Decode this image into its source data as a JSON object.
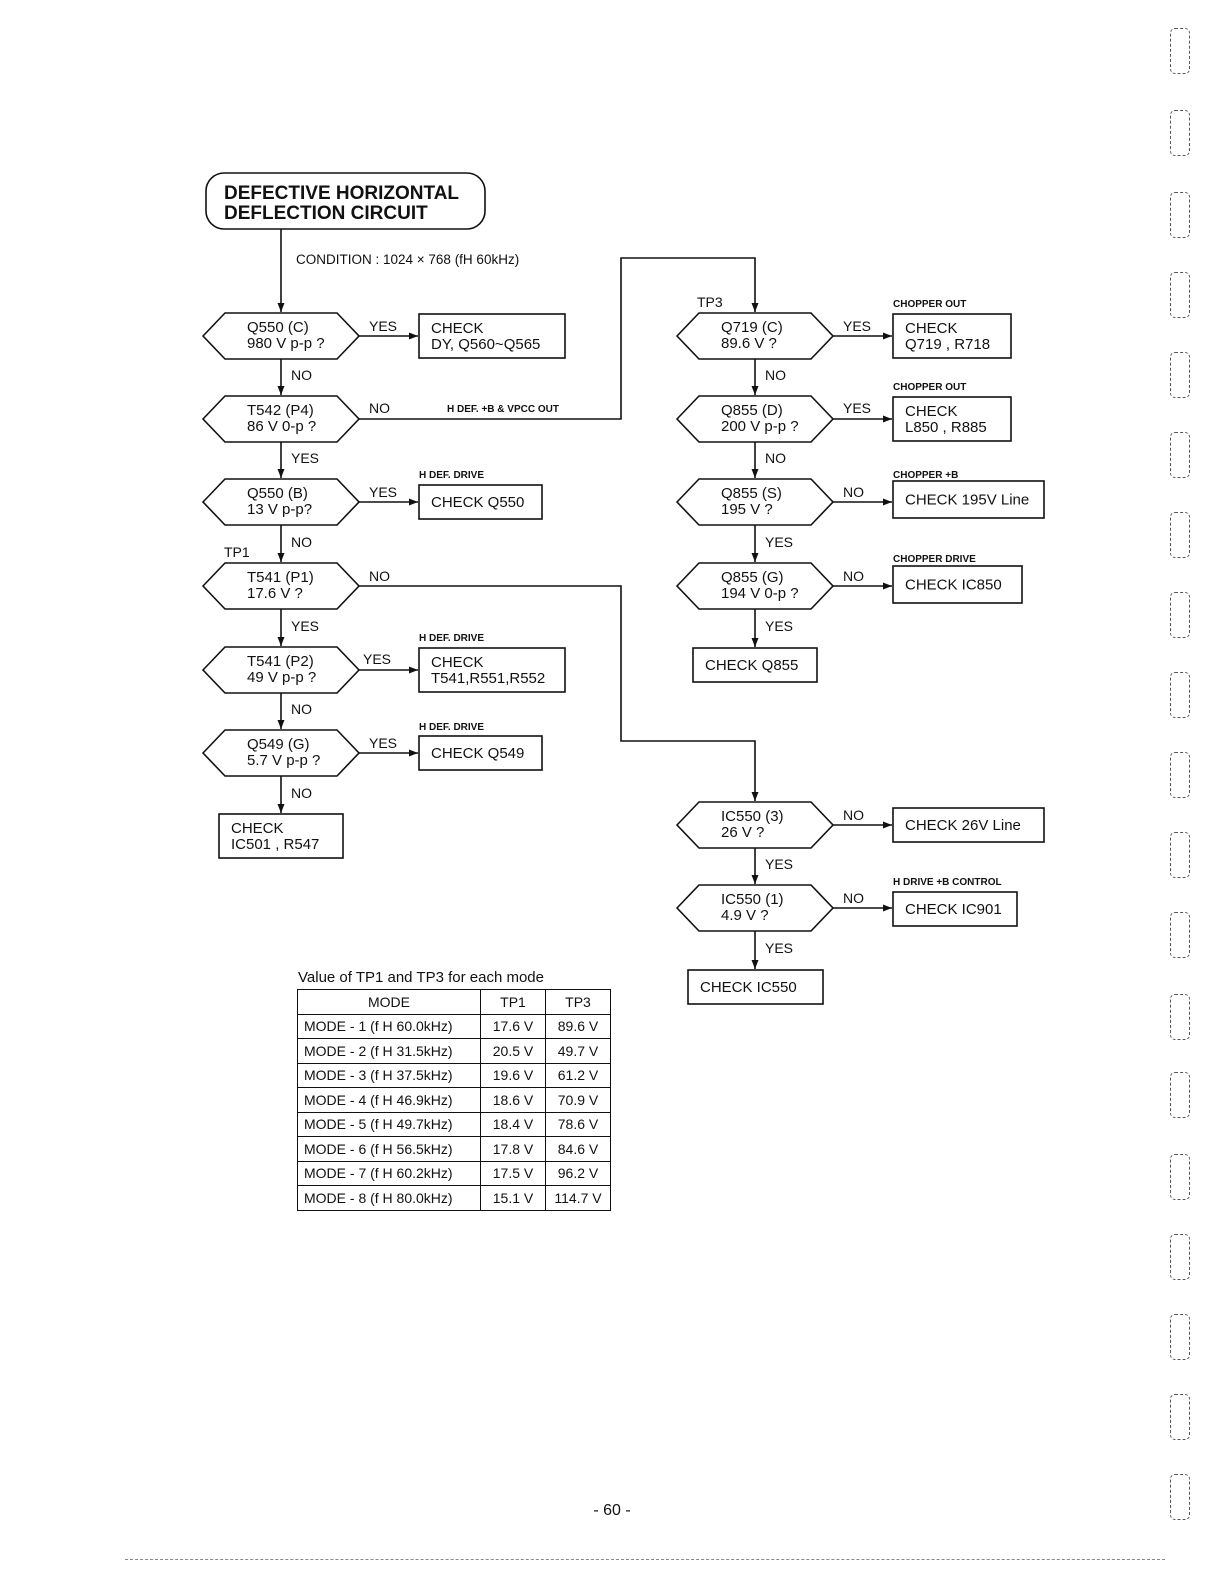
{
  "title": [
    "DEFECTIVE  HORIZONTAL",
    "DEFLECTION  CIRCUIT"
  ],
  "condition": "CONDITION : 1024 × 768 (fH 60kHz)",
  "nodes": {
    "d1": [
      "Q550 (C)",
      "980 V p-p ?"
    ],
    "d2": [
      "T542 (P4)",
      "86 V 0-p ?"
    ],
    "d3": [
      "Q550 (B)",
      "13 V p-p?"
    ],
    "d4": [
      "T541 (P1)",
      "17.6 V ?"
    ],
    "d5": [
      "T541 (P2)",
      "49 V p-p ?"
    ],
    "d6": [
      "Q549 (G)",
      "5.7 V p-p ?"
    ],
    "d7": [
      "Q719 (C)",
      "89.6 V  ?"
    ],
    "d8": [
      "Q855 (D)",
      "200 V p-p ?"
    ],
    "d9": [
      "Q855 (S)",
      "195 V ?"
    ],
    "d10": [
      "Q855 (G)",
      "194 V 0-p ?"
    ],
    "d11": [
      "IC550 (3)",
      "26 V ?"
    ],
    "d12": [
      "IC550 (1)",
      "4.9 V ?"
    ],
    "b1": [
      "CHECK",
      "DY, Q560~Q565"
    ],
    "b2": [
      "CHECK Q550"
    ],
    "b3": [
      "CHECK",
      "T541,R551,R552"
    ],
    "b4": [
      "CHECK  Q549"
    ],
    "b5": [
      "CHECK",
      "IC501 , R547"
    ],
    "b6": [
      "CHECK",
      "Q719 , R718"
    ],
    "b7": [
      "CHECK",
      "L850 , R885"
    ],
    "b8": [
      "CHECK 195V Line"
    ],
    "b9": [
      "CHECK  IC850"
    ],
    "b10": [
      "CHECK  Q855"
    ],
    "b11": [
      "CHECK 26V Line"
    ],
    "b12": [
      "CHECK IC901"
    ],
    "b13": [
      "CHECK  IC550"
    ]
  },
  "edge_labels": {
    "yes": "YES",
    "no": "NO"
  },
  "tags": {
    "hdef_b_vpcc": "H DEF. +B  &  VPCC OUT",
    "hdef_drive": "H DEF. DRIVE",
    "chopper_out": "CHOPPER OUT",
    "chopper_b": "CHOPPER +B",
    "chopper_drive": "CHOPPER DRIVE",
    "hdrive_b_control": "H DRIVE +B CONTROL"
  },
  "test_points": {
    "tp1": "TP1",
    "tp3": "TP3"
  },
  "table": {
    "caption": "Value of TP1 and TP3 for each mode",
    "headers": [
      "MODE",
      "TP1",
      "TP3"
    ],
    "rows": [
      [
        "MODE - 1  (f H  60.0kHz)",
        "17.6 V",
        "89.6 V"
      ],
      [
        "MODE - 2  (f H  31.5kHz)",
        "20.5 V",
        "49.7 V"
      ],
      [
        "MODE - 3  (f H  37.5kHz)",
        "19.6 V",
        "61.2 V"
      ],
      [
        "MODE - 4  (f H  46.9kHz)",
        "18.6 V",
        "70.9 V"
      ],
      [
        "MODE - 5  (f H  49.7kHz)",
        "18.4 V",
        "78.6 V"
      ],
      [
        "MODE - 6  (f H  56.5kHz)",
        "17.8 V",
        "84.6 V"
      ],
      [
        "MODE - 7  (f H  60.2kHz)",
        "17.5 V",
        "96.2 V"
      ],
      [
        "MODE - 8  (f H  80.0kHz)",
        "15.1 V",
        "114.7 V"
      ]
    ]
  },
  "page_number": "- 60 -"
}
